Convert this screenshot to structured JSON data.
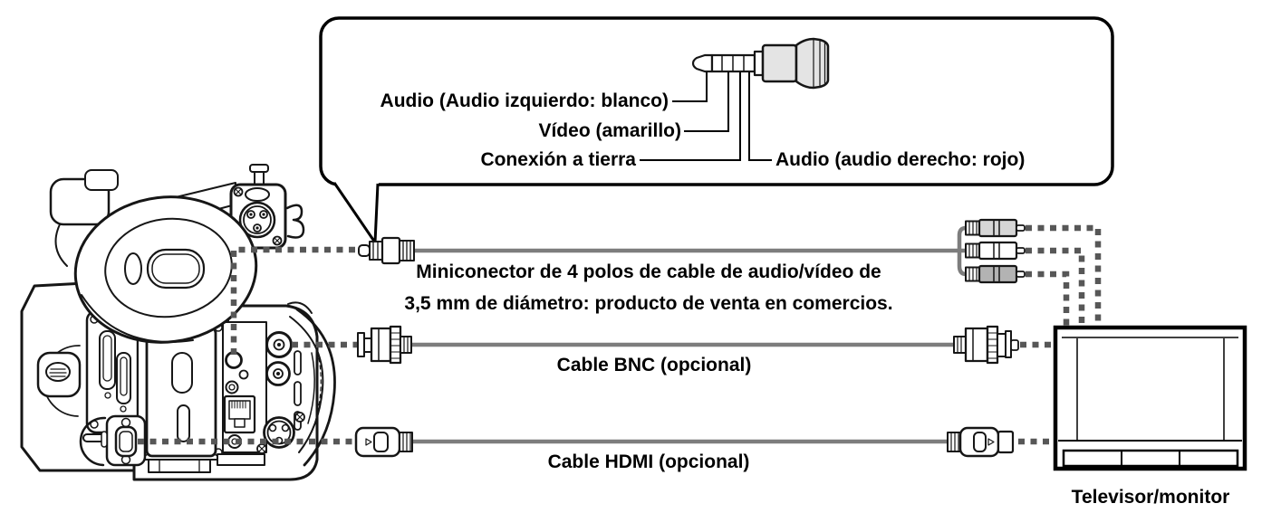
{
  "diagram": {
    "type": "camcorder-to-tv-connection-diagram",
    "language": "es"
  },
  "callout": {
    "plug_labels": {
      "audio_left": "Audio (Audio izquierdo: blanco)",
      "video": "Vídeo (amarillo)",
      "ground": "Conexión a tierra",
      "audio_right": "Audio (audio derecho: rojo)"
    }
  },
  "connections": {
    "av": {
      "label_line1": "Miniconector de 4 polos de cable de audio/vídeo de",
      "label_line2": "3,5 mm de diámetro: producto de venta en comercios."
    },
    "bnc": {
      "label": "Cable BNC (opcional)"
    },
    "hdmi": {
      "label": "Cable HDMI (opcional)"
    }
  },
  "tv": {
    "label": "Televisor/monitor"
  },
  "illustrations": {
    "camera": "camcorder-rear-view",
    "plug": "minijack-4-pole-plug",
    "tv": "tv-monitor-front",
    "rca": "rca-plugs-triple"
  },
  "colors": {
    "line_black": "#161616",
    "cable_gray": "#7d7d7d",
    "dotted_gray": "#575757",
    "plug_gray": "#e4e4e4",
    "rca_top": "#d6d6d6",
    "rca_middle": "#ffffff",
    "rca_bottom": "#b3b3b3"
  }
}
